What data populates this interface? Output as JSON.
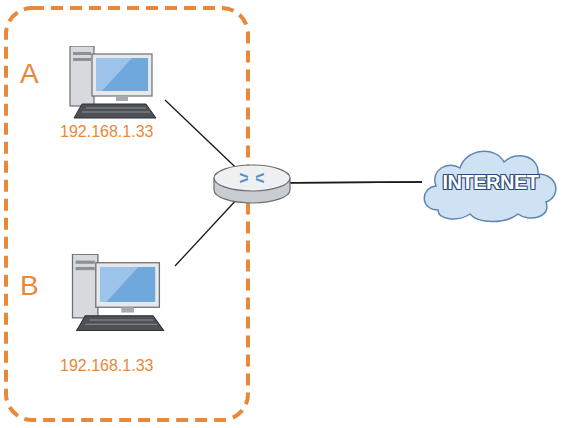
{
  "diagram": {
    "nodes": [
      {
        "text": [
          "A",
          "192.168.1.33"
        ]
      },
      {
        "text": [
          "B",
          "192.168.1.33"
        ]
      },
      {
        "text": [
          "INTERNET"
        ]
      }
    ],
    "edges": [
      {
        "from": 0,
        "to": 2,
        "arrow": "none"
      },
      {
        "from": 1,
        "to": 2,
        "arrow": "none"
      }
    ]
  }
}
